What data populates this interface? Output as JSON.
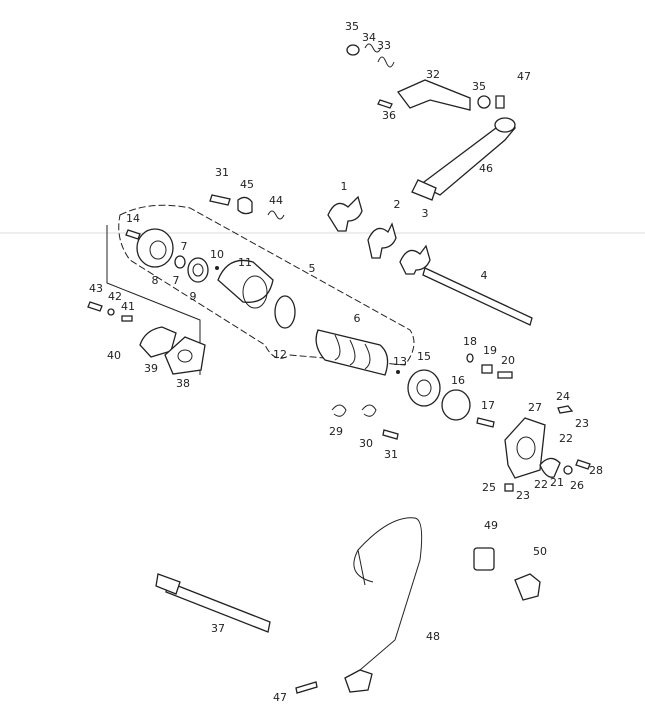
{
  "diagram": {
    "type": "exploded-parts-diagram",
    "callouts": [
      "35",
      "34",
      "33",
      "32",
      "35",
      "47",
      "36",
      "46",
      "31",
      "45",
      "44",
      "1",
      "2",
      "3",
      "14",
      "7",
      "10",
      "11",
      "5",
      "4",
      "9",
      "8",
      "7",
      "43",
      "42",
      "41",
      "6",
      "40",
      "39",
      "38",
      "12",
      "13",
      "15",
      "18",
      "19",
      "20",
      "16",
      "24",
      "23",
      "17",
      "27",
      "22",
      "29",
      "30",
      "31",
      "28",
      "21",
      "26",
      "25",
      "22",
      "23",
      "49",
      "50",
      "37",
      "48",
      "47"
    ]
  }
}
